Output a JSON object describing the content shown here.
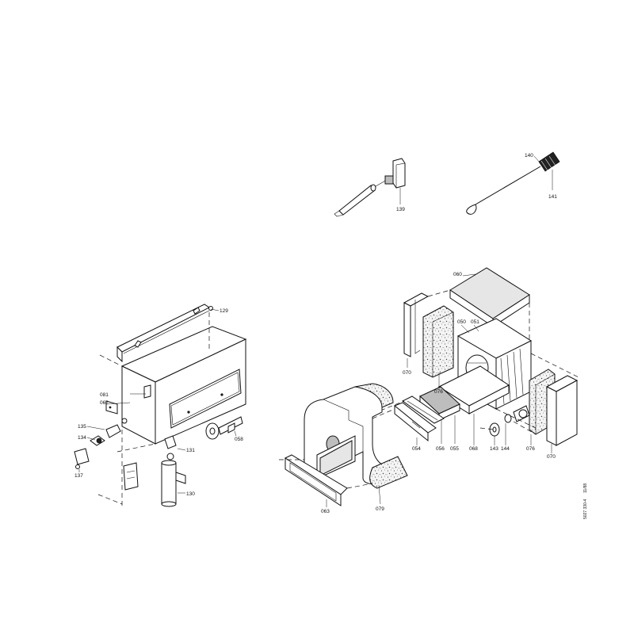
{
  "labels": {
    "p129": "129",
    "p081": "081",
    "p062": "062",
    "p135": "135",
    "p134": "134",
    "p137": "137",
    "p131": "131",
    "p130": "130",
    "p058": "058",
    "p139": "139",
    "p140": "140",
    "p141": "141",
    "p060": "060",
    "p050": "050",
    "p051": "051",
    "p070a": "070",
    "p076a": "076",
    "p054": "054",
    "p056": "056",
    "p055": "055",
    "p068": "068",
    "p143": "143",
    "p144": "144",
    "p076b": "076",
    "p070b": "070",
    "p063": "063",
    "p079": "079"
  },
  "drawing_code": "5027 330-4",
  "drawing_date": "11/88"
}
